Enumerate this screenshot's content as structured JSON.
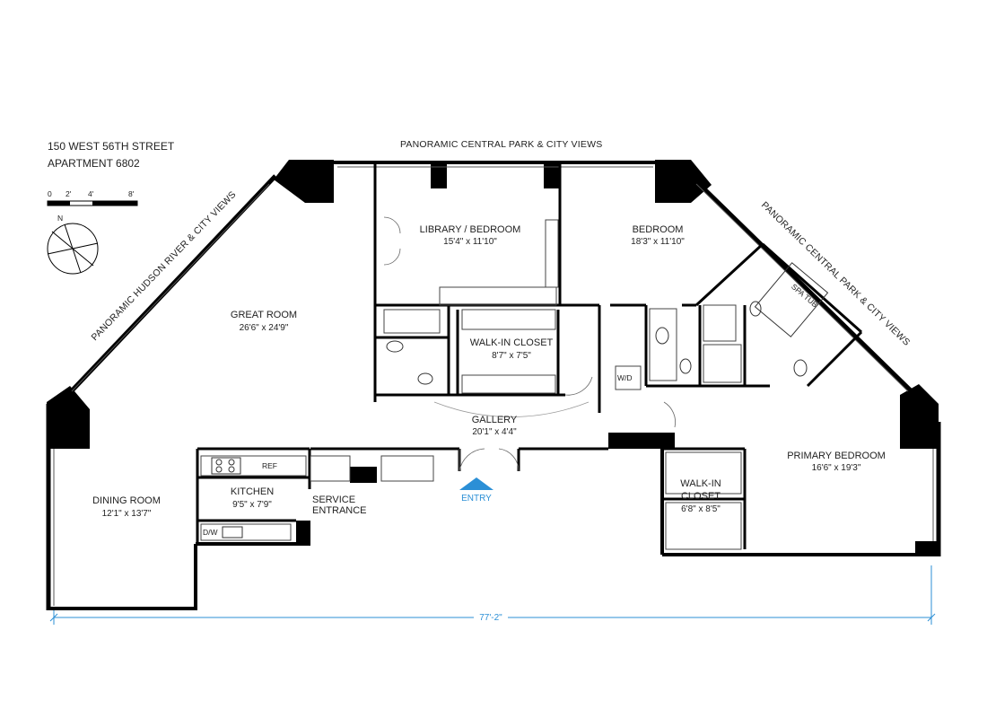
{
  "header": {
    "address": "150 WEST 56TH STREET",
    "unit": "APARTMENT 6802"
  },
  "scale": {
    "ticks": [
      "0",
      "2'",
      "4'",
      "8'"
    ]
  },
  "compass": {
    "label": "N"
  },
  "views": {
    "top": "PANORAMIC CENTRAL PARK & CITY VIEWS",
    "left": "PANORAMIC HUDSON RIVER & CITY VIEWS",
    "right": "PANORAMIC CENTRAL PARK & CITY VIEWS"
  },
  "rooms": {
    "great_room": {
      "name": "GREAT ROOM",
      "dim": "26'6\" x 24'9\""
    },
    "library": {
      "name": "LIBRARY / BEDROOM",
      "dim": "15'4\" x 11'10\""
    },
    "bedroom": {
      "name": "BEDROOM",
      "dim": "18'3\" x 11'10\""
    },
    "walkin_closet": {
      "name": "WALK-IN CLOSET",
      "dim": "8'7\" x 7'5\""
    },
    "gallery": {
      "name": "GALLERY",
      "dim": "20'1\" x 4'4\""
    },
    "primary_bedroom": {
      "name": "PRIMARY BEDROOM",
      "dim": "16'6\" x 19'3\""
    },
    "primary_closet": {
      "name_line1": "WALK-IN",
      "name_line2": "CLOSET",
      "dim": "6'8\" x 8'5\""
    },
    "dining_room": {
      "name": "DINING ROOM",
      "dim": "12'1\" x 13'7\""
    },
    "kitchen": {
      "name": "KITCHEN",
      "dim": "9'5\" x 7'9\""
    },
    "service_entrance": {
      "line1": "SERVICE",
      "line2": "ENTRANCE"
    }
  },
  "fixtures": {
    "spa_tub": "SPA TUB",
    "wd": "W/D",
    "ref": "REF",
    "dw": "D/W"
  },
  "entry_label": "ENTRY",
  "overall_width": "77'-2\"",
  "colors": {
    "walls": "#000000",
    "accent": "#2b8fd6",
    "fixture": "#333333"
  }
}
